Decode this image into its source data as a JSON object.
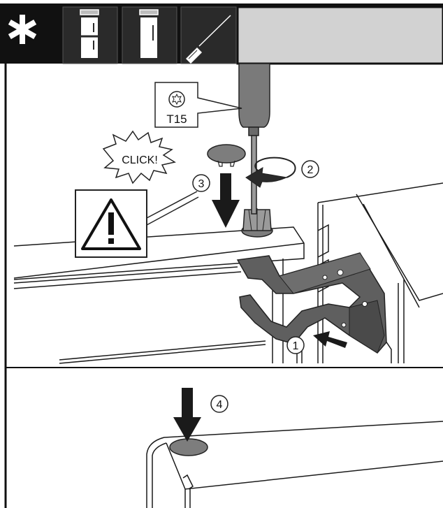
{
  "header": {
    "icons": [
      {
        "name": "asterisk-icon"
      },
      {
        "name": "fridge-freezer-icon"
      },
      {
        "name": "fridge-icon"
      },
      {
        "name": "screwdriver-icon"
      }
    ],
    "colors": {
      "bar": "#111111",
      "panel": "#d2d2d2",
      "cell": "#2a2a2a"
    }
  },
  "tool_callout": {
    "icon": "torx-icon",
    "label": "T15"
  },
  "click_burst": {
    "label": "CLICK!"
  },
  "steps": {
    "one": "1",
    "two": "2",
    "three": "3",
    "four": "4"
  },
  "warning": {
    "icon": "warning-triangle-icon"
  },
  "colors": {
    "hinge": "#5f5f5f",
    "hinge_dark": "#3e3e3e",
    "cap": "#7d7d7d",
    "line": "#1a1a1a"
  }
}
